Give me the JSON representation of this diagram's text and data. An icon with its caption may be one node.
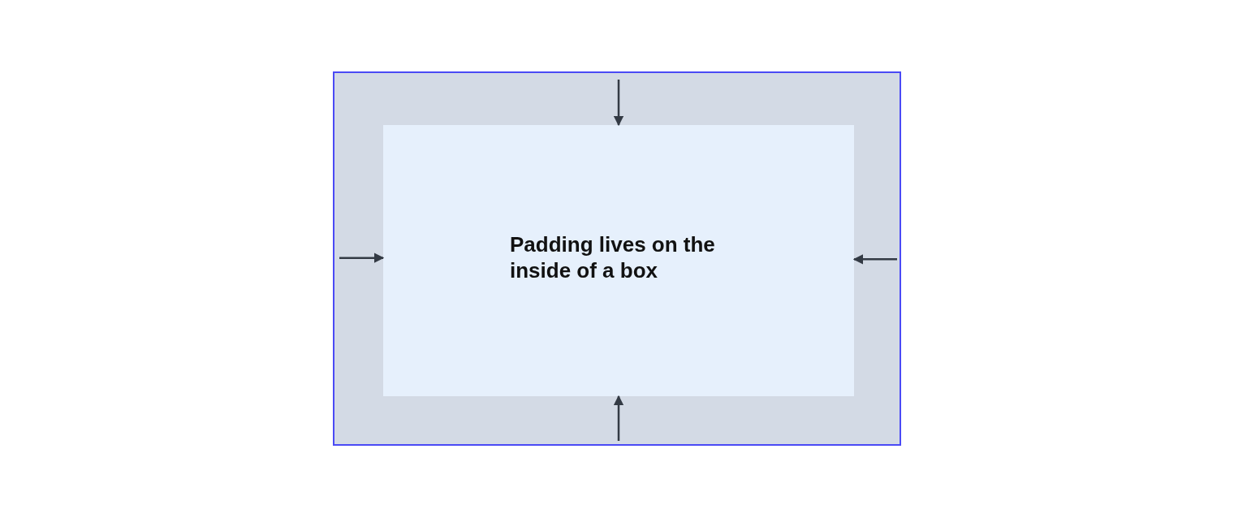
{
  "diagram": {
    "nodes": [
      {
        "text": [],
        "shape": "box"
      },
      {
        "text": [
          "Padding lives on the inside of a box"
        ],
        "in": 0
      }
    ],
    "edges": [
      {
        "from": null,
        "to": 1,
        "arrow": "to"
      },
      {
        "from": null,
        "to": 1,
        "arrow": "to"
      },
      {
        "from": null,
        "to": 1,
        "arrow": "to"
      },
      {
        "from": null,
        "to": 1,
        "arrow": "to"
      }
    ]
  }
}
